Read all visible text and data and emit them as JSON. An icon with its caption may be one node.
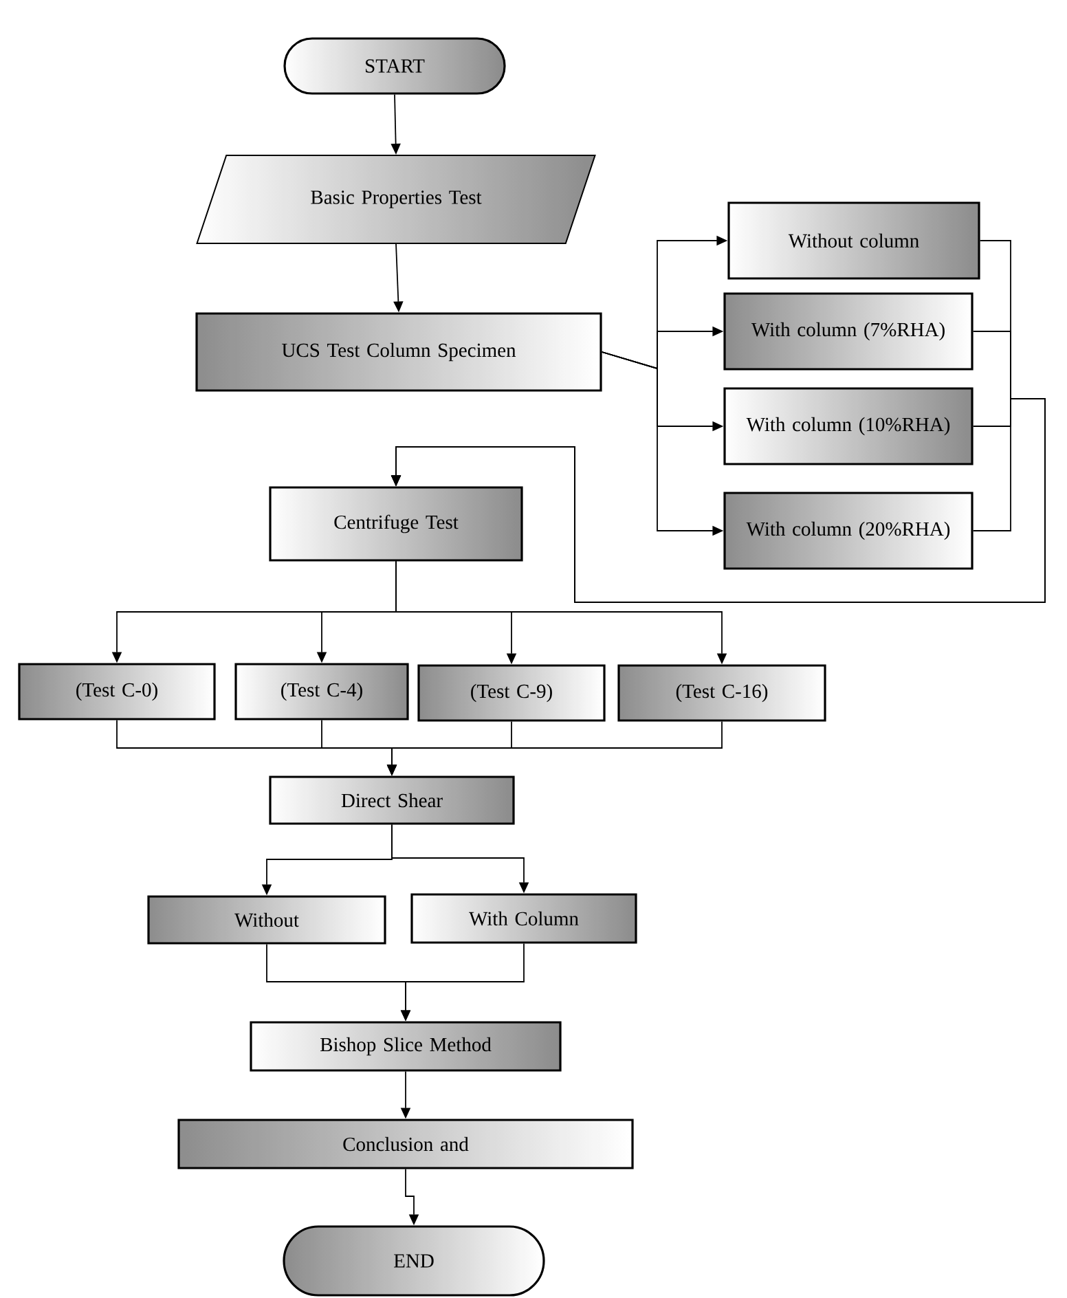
{
  "diagram": {
    "nodes": [
      {
        "text": [
          "START"
        ]
      },
      {
        "text": [
          "Basic Properties Test"
        ]
      },
      {
        "text": [
          "UCS Test Column Specimen"
        ]
      },
      {
        "text": [
          "Without column"
        ]
      },
      {
        "text": [
          "With column (7%RHA)"
        ]
      },
      {
        "text": [
          "With column (10%RHA)"
        ]
      },
      {
        "text": [
          "With column (20%RHA)"
        ]
      },
      {
        "text": [
          "Centrifuge Test"
        ]
      },
      {
        "text": [
          "(Test C-0)"
        ]
      },
      {
        "text": [
          "(Test C-4)"
        ]
      },
      {
        "text": [
          "(Test C-9)"
        ]
      },
      {
        "text": [
          "(Test C-16)"
        ]
      },
      {
        "text": [
          "Direct Shear"
        ]
      },
      {
        "text": [
          "Without"
        ]
      },
      {
        "text": [
          "With Column"
        ]
      },
      {
        "text": [
          "Bishop Slice Method"
        ]
      },
      {
        "text": [
          "Conclusion and"
        ]
      },
      {
        "text": [
          "END"
        ]
      }
    ],
    "edges": [
      {
        "from": 0,
        "to": 1,
        "arrow": "to"
      },
      {
        "from": 1,
        "to": 2,
        "arrow": "to"
      },
      {
        "from": 2,
        "to": 3,
        "arrow": "to"
      },
      {
        "from": 2,
        "to": 4,
        "arrow": "to"
      },
      {
        "from": 2,
        "to": 5,
        "arrow": "to"
      },
      {
        "from": 2,
        "to": 6,
        "arrow": "to"
      },
      {
        "from": 3,
        "to": 7,
        "arrow": "to"
      },
      {
        "from": 4,
        "to": 7,
        "arrow": "to"
      },
      {
        "from": 5,
        "to": 7,
        "arrow": "to"
      },
      {
        "from": 6,
        "to": 7,
        "arrow": "to"
      },
      {
        "from": 7,
        "to": 8,
        "arrow": "to"
      },
      {
        "from": 7,
        "to": 9,
        "arrow": "to"
      },
      {
        "from": 7,
        "to": 10,
        "arrow": "to"
      },
      {
        "from": 7,
        "to": 11,
        "arrow": "to"
      },
      {
        "from": 8,
        "to": 12,
        "arrow": "to"
      },
      {
        "from": 9,
        "to": 12,
        "arrow": "to"
      },
      {
        "from": 10,
        "to": 12,
        "arrow": "to"
      },
      {
        "from": 11,
        "to": 12,
        "arrow": "to"
      },
      {
        "from": 12,
        "to": 13,
        "arrow": "to"
      },
      {
        "from": 12,
        "to": 14,
        "arrow": "to"
      },
      {
        "from": 13,
        "to": 15,
        "arrow": "to"
      },
      {
        "from": 14,
        "to": 15,
        "arrow": "to"
      },
      {
        "from": 15,
        "to": 16,
        "arrow": "to"
      },
      {
        "from": 16,
        "to": 17,
        "arrow": "to"
      }
    ]
  }
}
